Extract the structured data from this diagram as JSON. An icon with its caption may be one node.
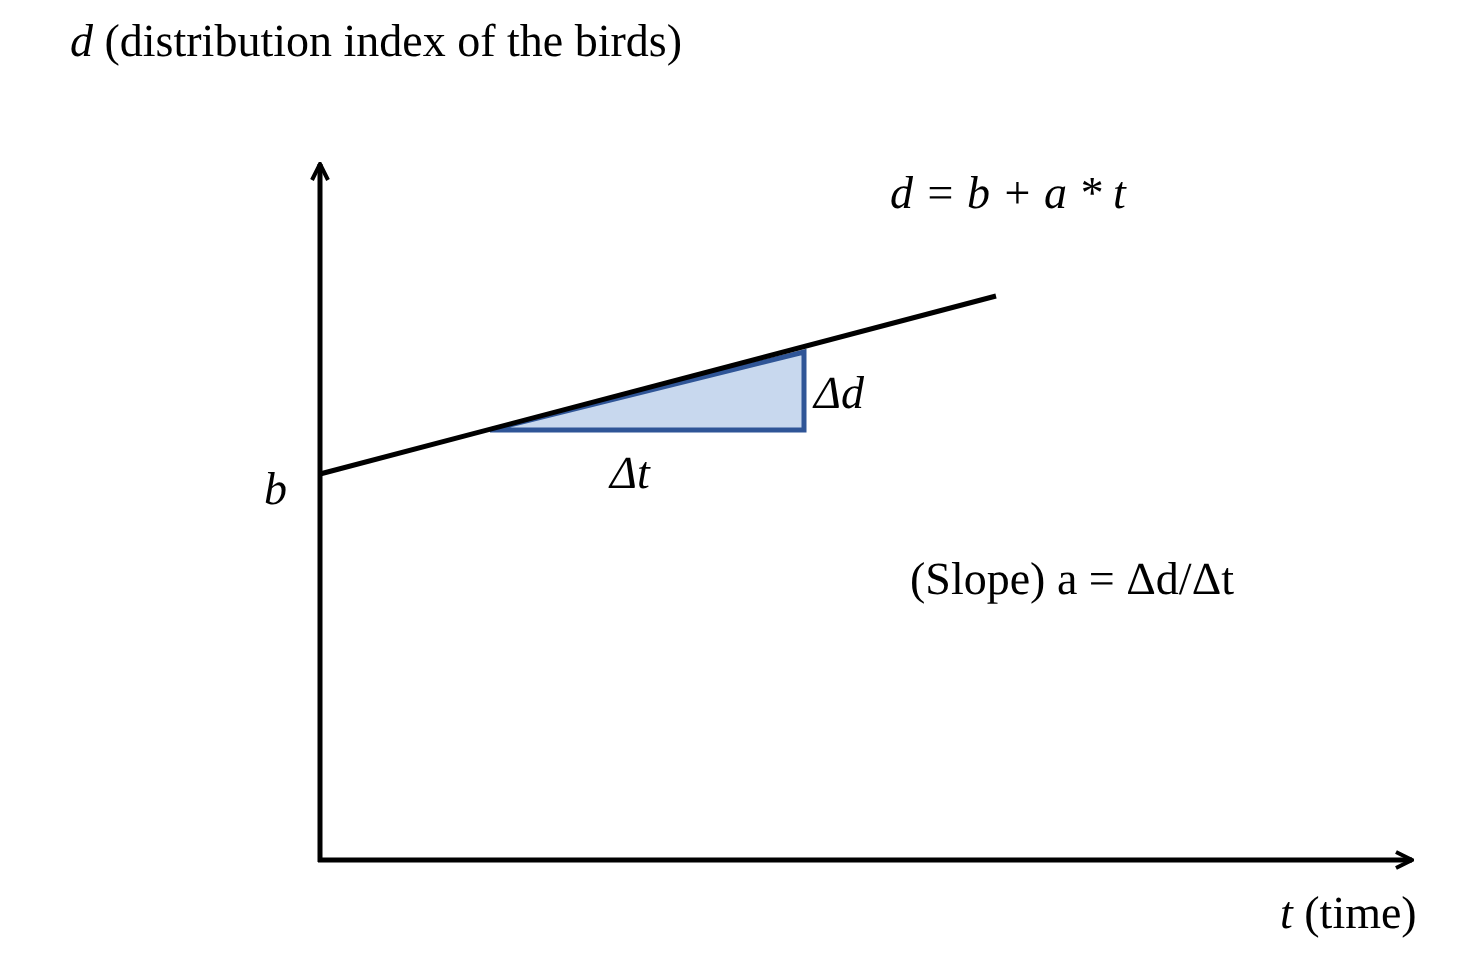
{
  "diagram": {
    "labels": [
      "*d* (distribution index of the birds)",
      "d = b + a * t",
      "Δd",
      "*b*",
      "Δt",
      "(Slope) a = Δd/Δt",
      "*t* (time)"
    ]
  }
}
